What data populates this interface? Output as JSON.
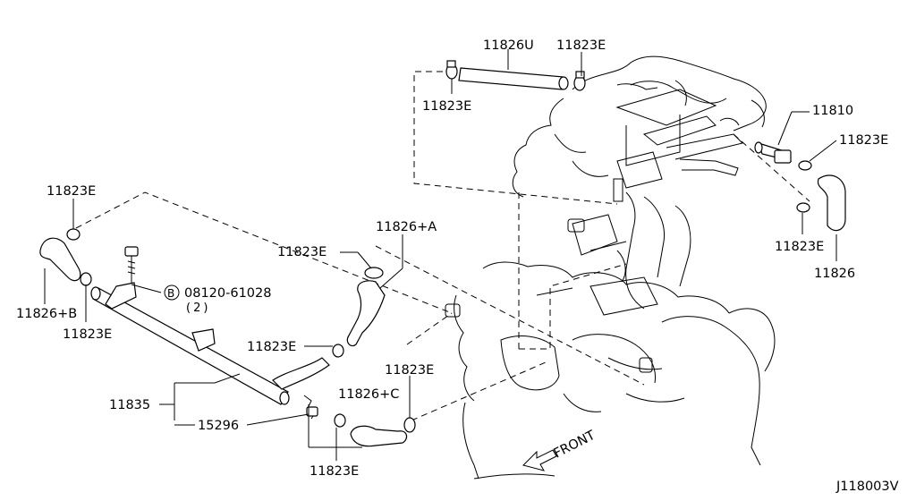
{
  "labels": {
    "p11826U": "11826U",
    "p11823E_top": "11823E",
    "p11823E_topleft": "11823E",
    "p11810": "11810",
    "p11823E_right1": "11823E",
    "p11823E_right2": "11823E",
    "p11826": "11826",
    "p11823E_left": "11823E",
    "p11826B": "11826+B",
    "p11823E_left2": "11823E",
    "bolt_code": "08120-61028",
    "bolt_qty": "(2)",
    "bolt_marker": "B",
    "p11826A": "11826+A",
    "p11823E_mid": "11823E",
    "p11823E_mid2": "11823E",
    "p11835": "11835",
    "p15296": "15296",
    "p11823E_bottom": "11823E",
    "p11826C": "11826+C",
    "p11823E_c": "11823E",
    "front": "FRONT",
    "diagram_code": "J118003V"
  }
}
